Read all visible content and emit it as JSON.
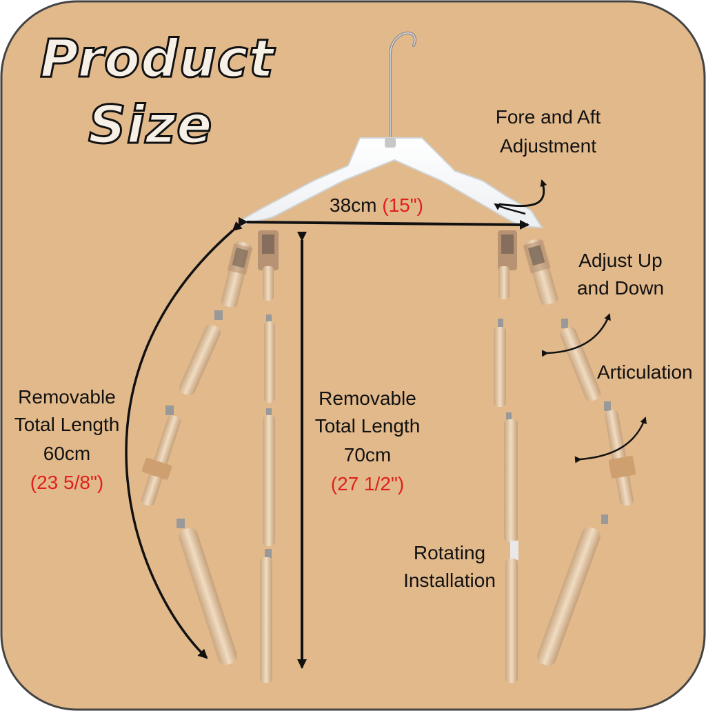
{
  "title": {
    "line1": "Product",
    "line2": "Size"
  },
  "labels": {
    "fore_aft_1": "Fore and Aft",
    "fore_aft_2": "Adjustment",
    "width_value": "38cm",
    "width_imperial": "(15\")",
    "adjust_1": "Adjust Up",
    "adjust_2": "and Down",
    "articulation": "Articulation",
    "arm_1": "Removable",
    "arm_2": "Total Length",
    "arm_value": "60cm",
    "arm_imperial": "(23 5/8\")",
    "body_1": "Removable",
    "body_2": "Total Length",
    "body_value": "70cm",
    "body_imperial": "(27 1/2\")",
    "rotating_1": "Rotating",
    "rotating_2": "Installation"
  },
  "colors": {
    "background": "#e2b98b",
    "wood": "#e4c7a3",
    "accent_red": "#e0201a",
    "arrow": "#111111"
  }
}
